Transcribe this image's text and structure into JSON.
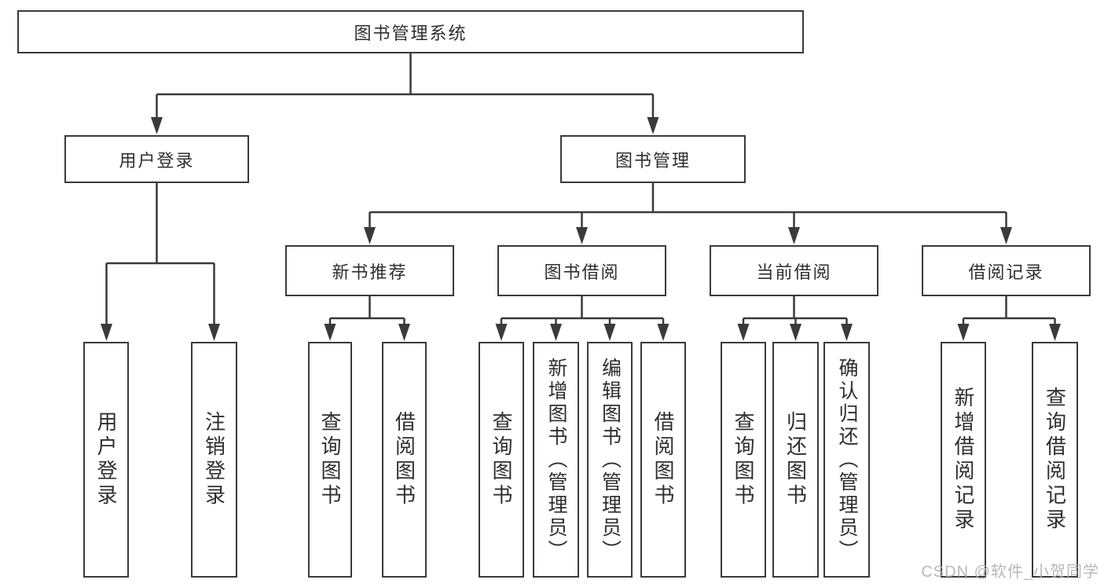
{
  "watermark": {
    "text": "CSDN @软件_小贺同学"
  },
  "colors": {
    "line": "#3a3a3a",
    "box_border": "#3a3a3a",
    "text": "#2e2e2e",
    "watermark": "#b2b2b2",
    "background": "#ffffff"
  },
  "tree": {
    "root": {
      "label": "图书管理系统"
    },
    "children": [
      {
        "label": "用户登录",
        "children": [
          "用户登录",
          "注销登录"
        ]
      },
      {
        "label": "图书管理",
        "children": [
          {
            "label": "新书推荐",
            "children": [
              "查询图书",
              "借阅图书"
            ]
          },
          {
            "label": "图书借阅",
            "children": [
              "查询图书",
              "新增图书（管理员）",
              "编辑图书（管理员）",
              "借阅图书"
            ]
          },
          {
            "label": "当前借阅",
            "children": [
              "查询图书",
              "归还图书",
              "确认归还（管理员）"
            ]
          },
          {
            "label": "借阅记录",
            "children": [
              "新增借阅记录",
              "查询借阅记录"
            ]
          }
        ]
      }
    ]
  }
}
